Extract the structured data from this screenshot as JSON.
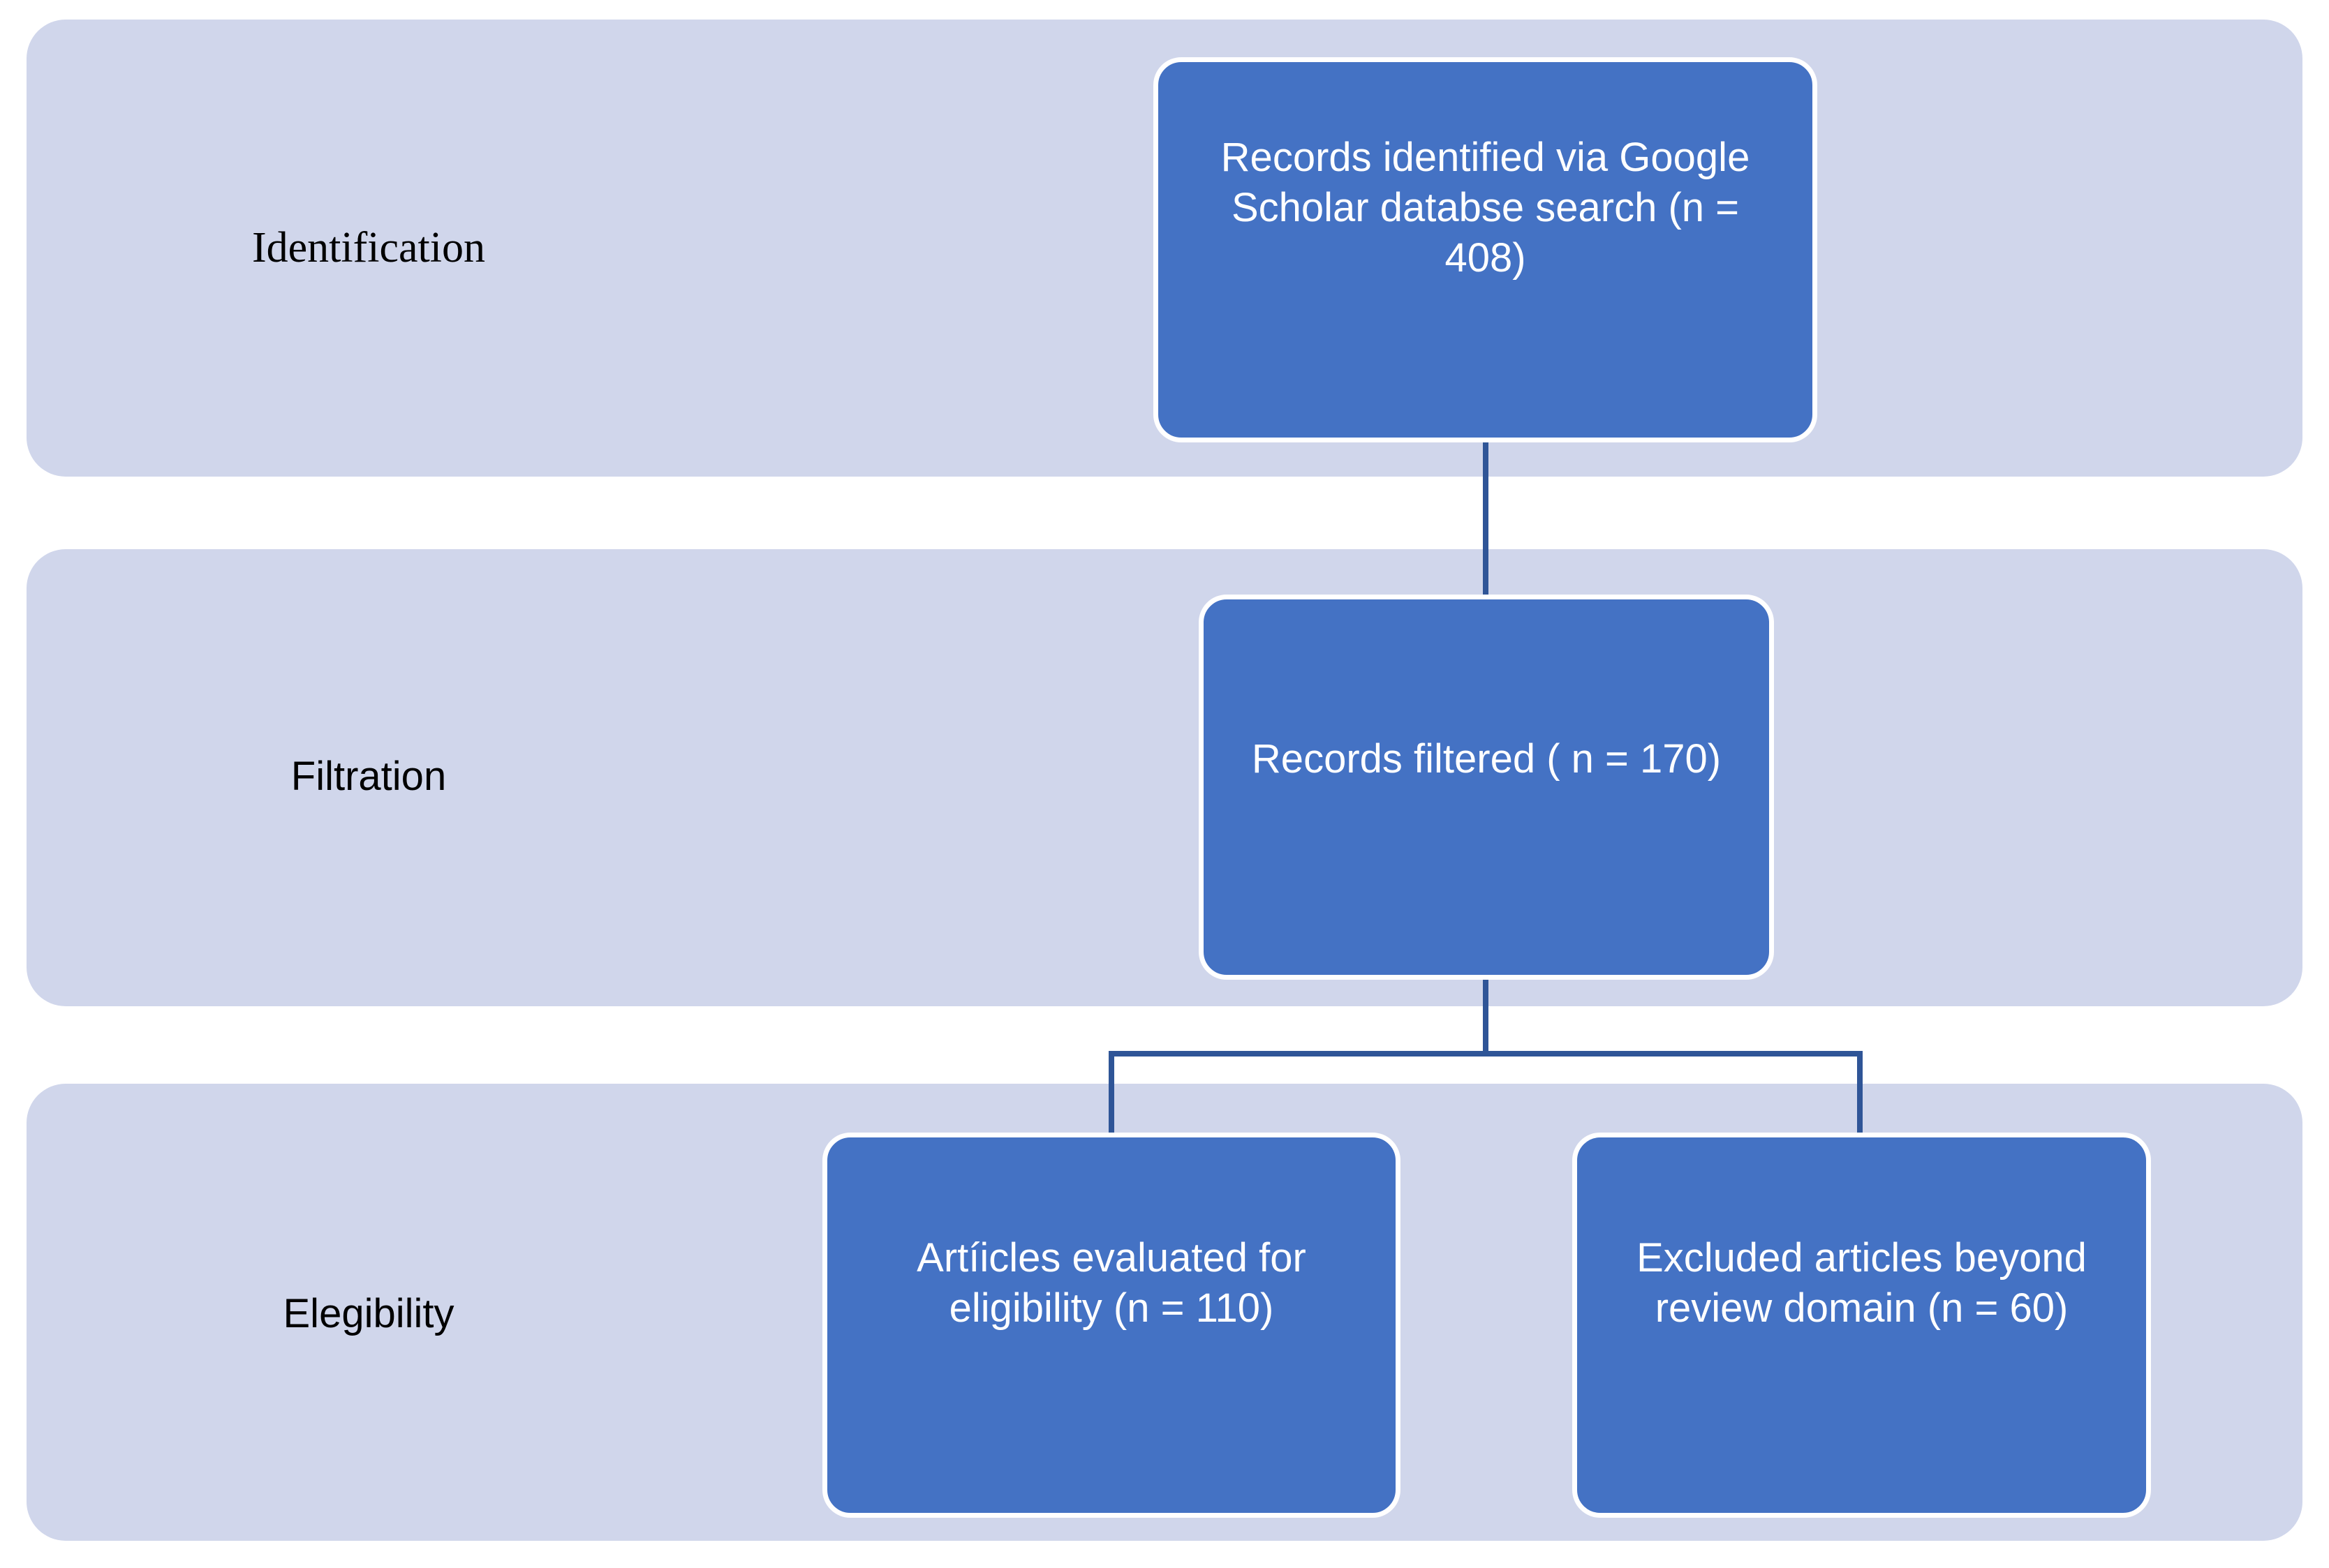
{
  "stages": {
    "identification": "Identification",
    "filtration": "Filtration",
    "eligibility": "Elegibility"
  },
  "boxes": {
    "identified": "Records identified via Google Scholar databse search  (n = 408)",
    "filtered": "Records filtered ( n = 170)",
    "evaluated": "Artíicles evaluated for eligibility (n = 110)",
    "excluded": "Excluded articles beyond review domain (n = 60)"
  },
  "colors": {
    "band": "#d0d6eb",
    "box": "#4472c4",
    "connector": "#2f5597"
  }
}
